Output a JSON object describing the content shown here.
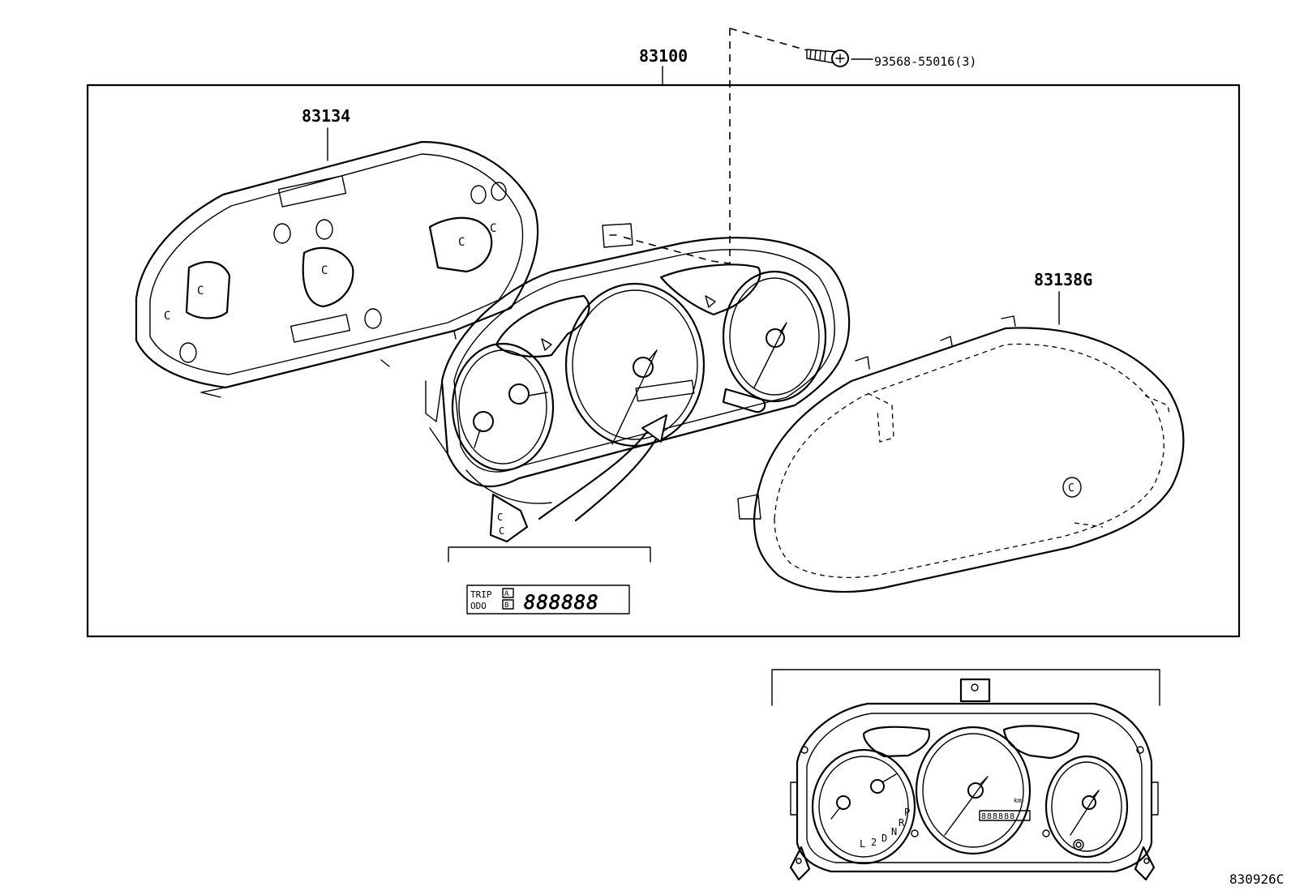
{
  "parts": {
    "assembly": "83100",
    "screw": "93568-55016(3)",
    "rear_case": "83134",
    "front_glass": "83138G"
  },
  "odometer": {
    "trip_label": "TRIP",
    "odo_label": "ODO",
    "a_label": "A",
    "b_label": "B",
    "digits": "888888"
  },
  "small_cluster": {
    "shift_labels": [
      "L",
      "2",
      "D",
      "N",
      "R",
      "P"
    ],
    "unit_text": "km",
    "digits": "888888"
  },
  "diagram_code": "830926C"
}
